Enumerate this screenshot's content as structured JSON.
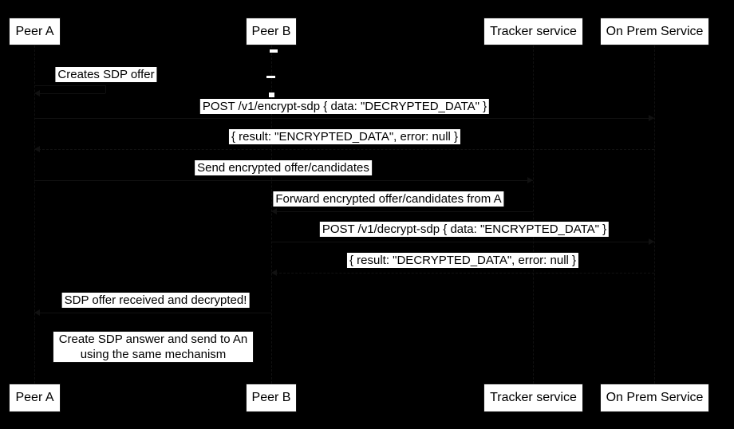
{
  "actors": [
    {
      "label": "Peer A"
    },
    {
      "label": "Peer B"
    },
    {
      "label": "Tracker service"
    },
    {
      "label": "On Prem Service"
    }
  ],
  "messages": {
    "creates_offer": "Creates SDP offer",
    "post_encrypt": "POST /v1/encrypt-sdp { data: \"DECRYPTED_DATA\" }",
    "result_encrypt": "{ result: \"ENCRYPTED_DATA\", error: null }",
    "send_encrypted": "Send encrypted offer/candidates",
    "forward_encrypted": "Forward encrypted offer/candidates from A",
    "post_decrypt": "POST /v1/decrypt-sdp { data: \"ENCRYPTED_DATA\" }",
    "result_decrypt": "{ result: \"DECRYPTED_DATA\", error: null }",
    "offer_received": "SDP offer received and decrypted!",
    "note_line1": "Create SDP answer and send to An",
    "note_line2": "using the same mechanism"
  },
  "colors": {
    "background": "#000000",
    "box_fill": "#ffffff",
    "text": "#000000",
    "line": "#111111"
  }
}
